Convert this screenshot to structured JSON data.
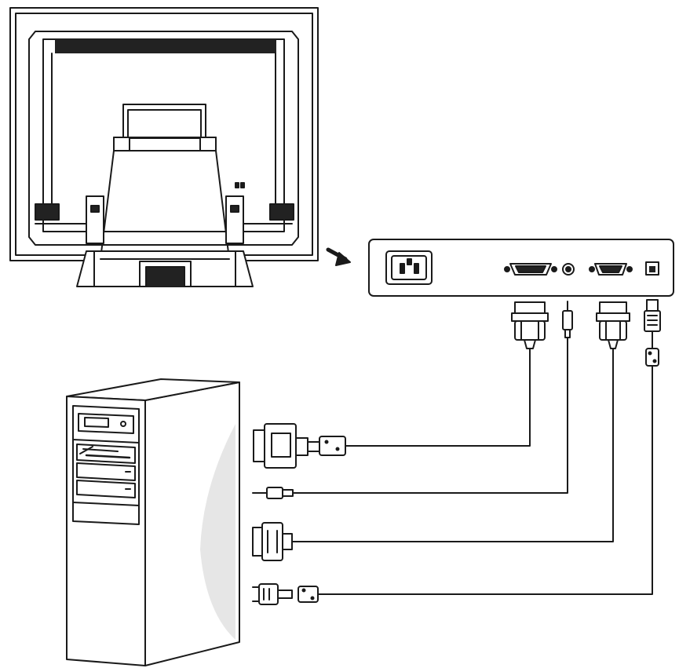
{
  "diagram": {
    "kind": "monitor-to-pc-connection-line-drawing",
    "colors": {
      "ink": "#1a1a1a",
      "fill": "#ffffff",
      "shade": "#e6e6e6",
      "dark": "#222222"
    },
    "icons": {
      "monitor": "monitor-rear-icon",
      "arrow": "arrow-right-icon",
      "panel": "io-panel-icon",
      "tower": "pc-tower-icon"
    },
    "panel_ports": [
      {
        "id": "power",
        "icon": "ac-power-socket-icon"
      },
      {
        "id": "vga",
        "icon": "vga-port-icon"
      },
      {
        "id": "audio",
        "icon": "audio-jack-icon"
      },
      {
        "id": "serial",
        "icon": "serial-port-icon"
      },
      {
        "id": "usb",
        "icon": "usb-b-port-icon"
      }
    ],
    "cables": [
      {
        "id": "vga",
        "icon": "vga-cable-icon"
      },
      {
        "id": "audio",
        "icon": "audio-cable-icon"
      },
      {
        "id": "serial",
        "icon": "serial-cable-icon"
      },
      {
        "id": "usb",
        "icon": "usb-cable-icon"
      }
    ]
  }
}
